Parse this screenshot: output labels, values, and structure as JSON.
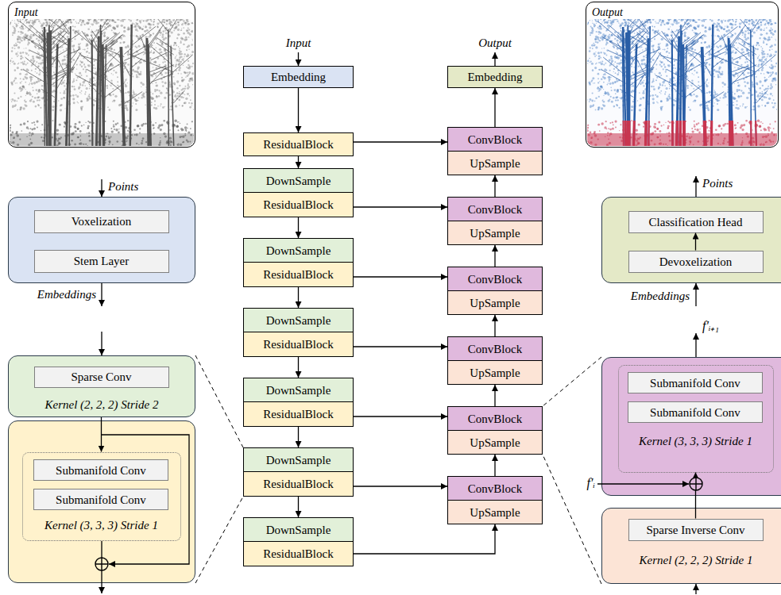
{
  "diagram": {
    "nodes": [
      {
        "text": [
          "Input"
        ]
      },
      {
        "text": [
          "Output"
        ]
      },
      {
        "text": [
          "Embedding"
        ]
      },
      {
        "text": [
          "ResidualBlock"
        ]
      },
      {
        "text": [
          "DownSample"
        ]
      },
      {
        "text": [
          "ResidualBlock"
        ]
      },
      {
        "text": [
          "DownSample"
        ]
      },
      {
        "text": [
          "ResidualBlock"
        ]
      },
      {
        "text": [
          "DownSample"
        ]
      },
      {
        "text": [
          "ResidualBlock"
        ]
      },
      {
        "text": [
          "DownSample"
        ]
      },
      {
        "text": [
          "ResidualBlock"
        ]
      },
      {
        "text": [
          "DownSample"
        ]
      },
      {
        "text": [
          "ResidualBlock"
        ]
      },
      {
        "text": [
          "DownSample"
        ]
      },
      {
        "text": [
          "ResidualBlock"
        ]
      },
      {
        "text": [
          "Embedding"
        ]
      },
      {
        "text": [
          "ConvBlock"
        ]
      },
      {
        "text": [
          "UpSample"
        ]
      },
      {
        "text": [
          "ConvBlock"
        ]
      },
      {
        "text": [
          "UpSample"
        ]
      },
      {
        "text": [
          "ConvBlock"
        ]
      },
      {
        "text": [
          "UpSample"
        ]
      },
      {
        "text": [
          "ConvBlock"
        ]
      },
      {
        "text": [
          "UpSample"
        ]
      },
      {
        "text": [
          "ConvBlock"
        ]
      },
      {
        "text": [
          "UpSample"
        ]
      },
      {
        "text": [
          "ConvBlock"
        ]
      },
      {
        "text": [
          "UpSample"
        ]
      },
      {
        "text": []
      },
      {
        "text": [
          "Voxelization"
        ],
        "in": 29
      },
      {
        "text": [
          "Stem Layer"
        ],
        "in": 29
      },
      {
        "text": [
          "Kernel (2, 2, 2) Stride 2"
        ]
      },
      {
        "text": [
          "Sparse Conv"
        ],
        "in": 32
      },
      {
        "text": []
      },
      {
        "text": [
          "Kernel (3, 3, 3) Stride 1"
        ],
        "in": 34
      },
      {
        "text": [
          "Submanifold Conv"
        ],
        "in": 35
      },
      {
        "text": [
          "Submanifold Conv"
        ],
        "in": 35
      },
      {
        "text": []
      },
      {
        "text": [
          "Classification Head"
        ],
        "in": 38
      },
      {
        "text": [
          "Devoxelization"
        ],
        "in": 38
      },
      {
        "text": []
      },
      {
        "text": [
          "Kernel (3, 3, 3) Stride 1"
        ],
        "in": 41
      },
      {
        "text": [
          "Submanifold Conv"
        ],
        "in": 42
      },
      {
        "text": [
          "Submanifold Conv"
        ],
        "in": 42
      },
      {
        "text": [
          "Kernel (2, 2, 2) Stride 1"
        ]
      },
      {
        "text": [
          "Sparse Inverse Conv"
        ],
        "in": 45
      }
    ],
    "edges": [
      {
        "from": 2,
        "to": 3,
        "arrow": "to"
      },
      {
        "from": 3,
        "to": 4,
        "arrow": "to"
      },
      {
        "from": 5,
        "to": 6,
        "arrow": "to"
      },
      {
        "from": 7,
        "to": 8,
        "arrow": "to"
      },
      {
        "from": 9,
        "to": 10,
        "arrow": "to"
      },
      {
        "from": 11,
        "to": 12,
        "arrow": "to"
      },
      {
        "from": 13,
        "to": 14,
        "arrow": "to"
      },
      {
        "from": 3,
        "to": 17,
        "arrow": "to"
      },
      {
        "from": 5,
        "to": 19,
        "arrow": "to"
      },
      {
        "from": 7,
        "to": 21,
        "arrow": "to"
      },
      {
        "from": 9,
        "to": 23,
        "arrow": "to"
      },
      {
        "from": 11,
        "to": 25,
        "arrow": "to"
      },
      {
        "from": 13,
        "to": 27,
        "arrow": "to"
      },
      {
        "from": 15,
        "to": 28,
        "arrow": "to"
      },
      {
        "from": 17,
        "to": 16,
        "arrow": "to"
      },
      {
        "from": 19,
        "to": 18,
        "arrow": "to"
      },
      {
        "from": 21,
        "to": 20,
        "arrow": "to"
      },
      {
        "from": 23,
        "to": 22,
        "arrow": "to"
      },
      {
        "from": 25,
        "to": 24,
        "arrow": "to"
      },
      {
        "from": 27,
        "to": 26,
        "arrow": "to"
      },
      {
        "from": 32,
        "to": 35,
        "arrow": "to"
      },
      {
        "from": 40,
        "to": 39,
        "arrow": "to"
      },
      {
        "from": 46,
        "to": 42,
        "arrow": "to"
      },
      {
        "from": 32,
        "to": 12,
        "arrow": "none"
      },
      {
        "from": 34,
        "to": 13,
        "arrow": "none"
      },
      {
        "from": 41,
        "to": 25,
        "arrow": "none"
      },
      {
        "from": 45,
        "to": 26,
        "arrow": "none"
      }
    ],
    "labels": [
      "Input",
      "Output",
      "Points",
      "Embeddings",
      "Points",
      "Embeddings",
      "f′ᵢ₊₁",
      "f′ᵢ"
    ]
  }
}
